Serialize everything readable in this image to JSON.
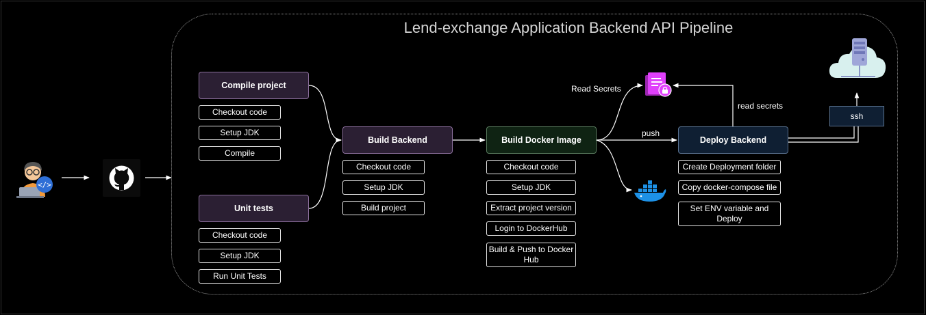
{
  "diagram": {
    "title": "Lend-exchange Application Backend API Pipeline",
    "stages": {
      "compile": {
        "label": "Compile project",
        "steps": [
          "Checkout code",
          "Setup JDK",
          "Compile"
        ]
      },
      "unit_tests": {
        "label": "Unit tests",
        "steps": [
          "Checkout code",
          "Setup JDK",
          "Run Unit Tests"
        ]
      },
      "build_backend": {
        "label": "Build Backend",
        "steps": [
          "Checkout code",
          "Setup JDK",
          "Build project"
        ]
      },
      "build_docker": {
        "label": "Build Docker Image",
        "steps": [
          "Checkout code",
          "Setup JDK",
          "Extract project version",
          "Login to DockerHub",
          "Build & Push to Docker Hub"
        ]
      },
      "deploy": {
        "label": "Deploy Backend",
        "steps": [
          "Create Deployment folder",
          "Copy docker-compose file",
          "Set ENV variable and Deploy"
        ]
      }
    },
    "ssh_label": "ssh",
    "edge_labels": {
      "read_secrets_left": "Read Secrets",
      "read_secrets_right": "read secrets",
      "push": "push"
    },
    "icons": [
      "developer-icon",
      "github-icon",
      "secrets-icon",
      "docker-icon",
      "cloud-server-icon"
    ],
    "colors": {
      "background": "#000000",
      "stage_purple": "#2b1f33",
      "stage_green": "#0f2313",
      "stage_blue": "#0f1f33",
      "secrets_magenta": "#e040fb",
      "docker_blue": "#1d91e6"
    }
  }
}
